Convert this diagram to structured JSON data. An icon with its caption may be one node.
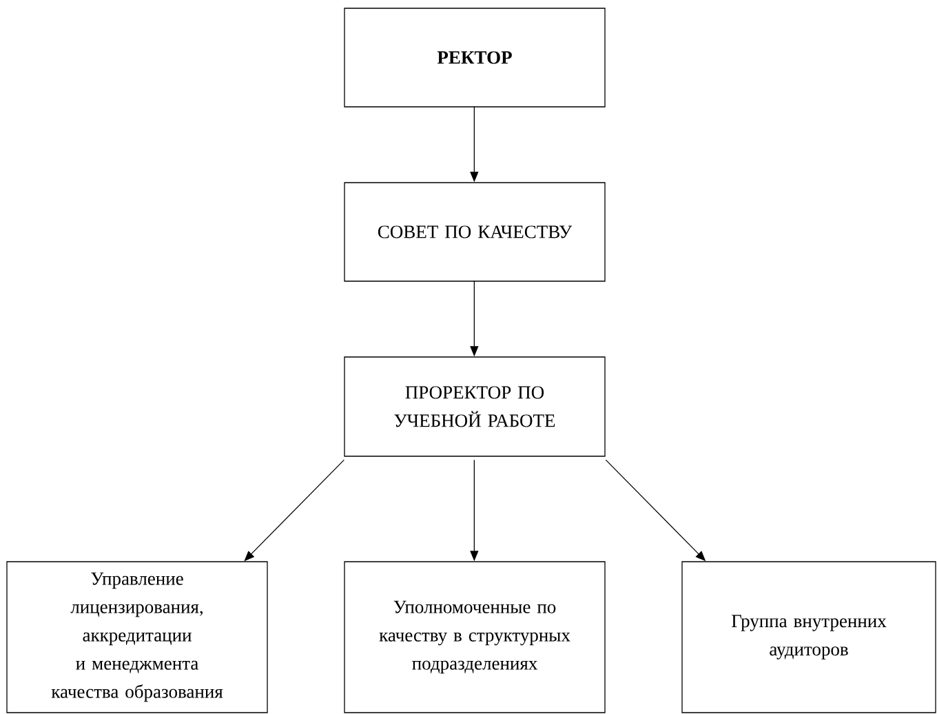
{
  "diagram": {
    "nodes": [
      {
        "text": [
          "РЕКТОР"
        ]
      },
      {
        "text": [
          "СОВЕТ ПО КАЧЕСТВУ"
        ]
      },
      {
        "text": [
          "ПРОРЕКТОР ПО УЧЕБНОЙ РАБОТЕ"
        ]
      },
      {
        "text": [
          "Управление лицензирования, аккредитации и менеджмента качества образования"
        ]
      },
      {
        "text": [
          "Уполномоченные по качеству в структурных подразделениях"
        ]
      },
      {
        "text": [
          "Группа внутренних аудиторов"
        ]
      }
    ],
    "edges": [
      {
        "from": 0,
        "to": 1,
        "arrow": "to"
      },
      {
        "from": 1,
        "to": 2,
        "arrow": "to"
      },
      {
        "from": 2,
        "to": 3,
        "arrow": "to"
      },
      {
        "from": 2,
        "to": 4,
        "arrow": "to"
      },
      {
        "from": 2,
        "to": 5,
        "arrow": "to"
      }
    ]
  }
}
